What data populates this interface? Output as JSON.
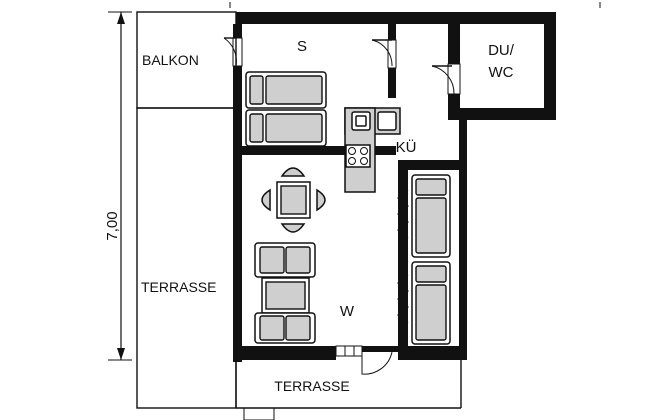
{
  "plan": {
    "dimension_label": "7,00",
    "rooms": {
      "balkon": "BALKON",
      "bedroom": "S",
      "bathroom_line1": "DU/",
      "bathroom_line2": "WC",
      "kitchen": "KÜ",
      "living": "W",
      "terrace_left": "TERRASSE",
      "terrace_bottom": "TERRASSE"
    },
    "colors": {
      "wall": "#111111",
      "furniture_fill": "#cfcfcf",
      "background": "#ffffff"
    }
  }
}
